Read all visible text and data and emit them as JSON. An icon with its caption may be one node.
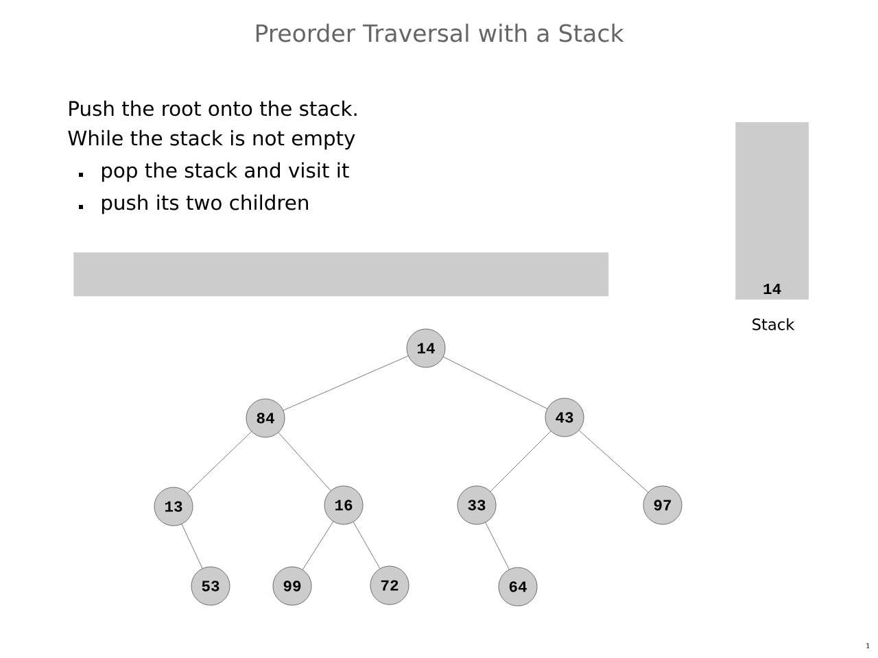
{
  "diagram": {
    "title": "Preorder Traversal with a Stack",
    "nodes": [
      {
        "text": [],
        "shape": "bar"
      },
      {
        "text": [
          "14"
        ],
        "beside": [
          "Stack"
        ]
      },
      {
        "text": [
          "14"
        ]
      },
      {
        "text": [
          "84"
        ]
      },
      {
        "text": [
          "43"
        ]
      },
      {
        "text": [
          "13"
        ]
      },
      {
        "text": [
          "16"
        ]
      },
      {
        "text": [
          "33"
        ]
      },
      {
        "text": [
          "97"
        ]
      },
      {
        "text": [
          "53"
        ]
      },
      {
        "text": [
          "99"
        ]
      },
      {
        "text": [
          "72"
        ]
      },
      {
        "text": [
          "64"
        ]
      }
    ],
    "edges": [
      {
        "from": 2,
        "to": 3,
        "arrow": "none"
      },
      {
        "from": 2,
        "to": 4,
        "arrow": "none"
      },
      {
        "from": 3,
        "to": 5,
        "arrow": "none"
      },
      {
        "from": 3,
        "to": 6,
        "arrow": "none"
      },
      {
        "from": 4,
        "to": 7,
        "arrow": "none"
      },
      {
        "from": 4,
        "to": 8,
        "arrow": "none"
      },
      {
        "from": 5,
        "to": 9,
        "arrow": "none"
      },
      {
        "from": 6,
        "to": 10,
        "arrow": "none"
      },
      {
        "from": 6,
        "to": 11,
        "arrow": "none"
      },
      {
        "from": 7,
        "to": 12,
        "arrow": "none"
      }
    ],
    "labels": [
      "Push the root onto the stack.",
      "While the stack is not empty",
      "pop the stack and visit it",
      "push its two children",
      "1"
    ]
  }
}
